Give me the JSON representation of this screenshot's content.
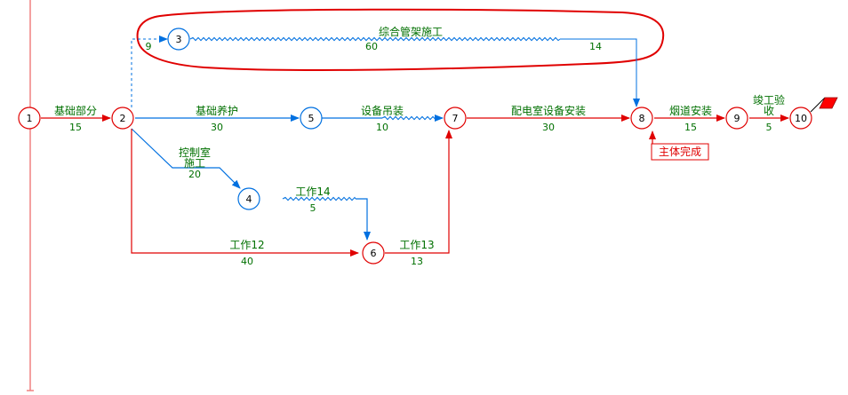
{
  "colors": {
    "critical": "#e00000",
    "normal": "#0070e0",
    "label_green": "#007000",
    "marker": "#ff0000"
  },
  "nodes": [
    {
      "id": "node-1",
      "label": "1",
      "critical": true
    },
    {
      "id": "node-2",
      "label": "2",
      "critical": true
    },
    {
      "id": "node-3",
      "label": "3",
      "critical": false
    },
    {
      "id": "node-4",
      "label": "4",
      "critical": false
    },
    {
      "id": "node-5",
      "label": "5",
      "critical": false
    },
    {
      "id": "node-6",
      "label": "6",
      "critical": true
    },
    {
      "id": "node-7",
      "label": "7",
      "critical": true
    },
    {
      "id": "node-8",
      "label": "8",
      "critical": true
    },
    {
      "id": "node-9",
      "label": "9",
      "critical": true
    },
    {
      "id": "node-10",
      "label": "10",
      "critical": true
    }
  ],
  "activities": [
    {
      "key": "a12",
      "name": "基础部分",
      "duration": "15"
    },
    {
      "key": "a25",
      "name": "基础养护",
      "duration": "30"
    },
    {
      "key": "a57",
      "name": "设备吊装",
      "duration": "10"
    },
    {
      "key": "a78",
      "name": "配电室设备安装",
      "duration": "30"
    },
    {
      "key": "a89",
      "name": "烟道安装",
      "duration": "15"
    },
    {
      "key": "a910_line1",
      "name": "竣工验",
      "duration": "5"
    },
    {
      "key": "a910_line2",
      "name": "收",
      "duration": ""
    },
    {
      "key": "a38",
      "name": "综合管架施工",
      "duration": "60"
    },
    {
      "key": "a38_float",
      "name": "",
      "duration": "14"
    },
    {
      "key": "a23_float",
      "name": "",
      "duration": "9"
    },
    {
      "key": "a24_line1",
      "name": "控制室",
      "duration": "20"
    },
    {
      "key": "a24_line2",
      "name": "施工",
      "duration": ""
    },
    {
      "key": "a46",
      "name": "工作14",
      "duration": "5"
    },
    {
      "key": "a26",
      "name": "工作12",
      "duration": "40"
    },
    {
      "key": "a67",
      "name": "工作13",
      "duration": "13"
    }
  ],
  "milestone": {
    "label": "主体完成"
  }
}
